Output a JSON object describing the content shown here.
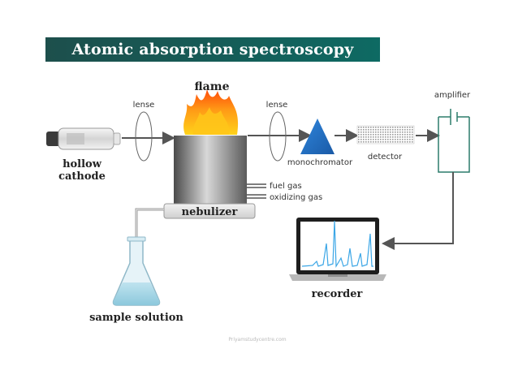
{
  "title": "Atomic absorption spectroscopy",
  "labels": {
    "flame": "flame",
    "lens_left": "lense",
    "lens_right": "lense",
    "hollow_cathode": [
      "hollow",
      "cathode"
    ],
    "fuel_gas": "fuel gas",
    "oxidizing_gas": "oxidizing gas",
    "nebulizer": "nebulizer",
    "monochromator": "monochromator",
    "detector": "detector",
    "amplifier": "amplifier",
    "recorder": "recorder",
    "sample_solution": "sample solution",
    "watermark": "Priyamstudycentre.com"
  },
  "colors": {
    "title_bg": "#155d58",
    "monochromator": "#1f6fc4",
    "amplifier_box": "#2c7c6b",
    "arrows": "#555555",
    "spectrum": "#3ba6e6"
  },
  "icons": {
    "flame": "flame-icon",
    "lamp": "hollow-cathode-lamp-icon",
    "flask": "erlenmeyer-flask-icon",
    "laptop": "laptop-icon",
    "prism": "prism-icon",
    "detector": "detector-grid-icon"
  }
}
